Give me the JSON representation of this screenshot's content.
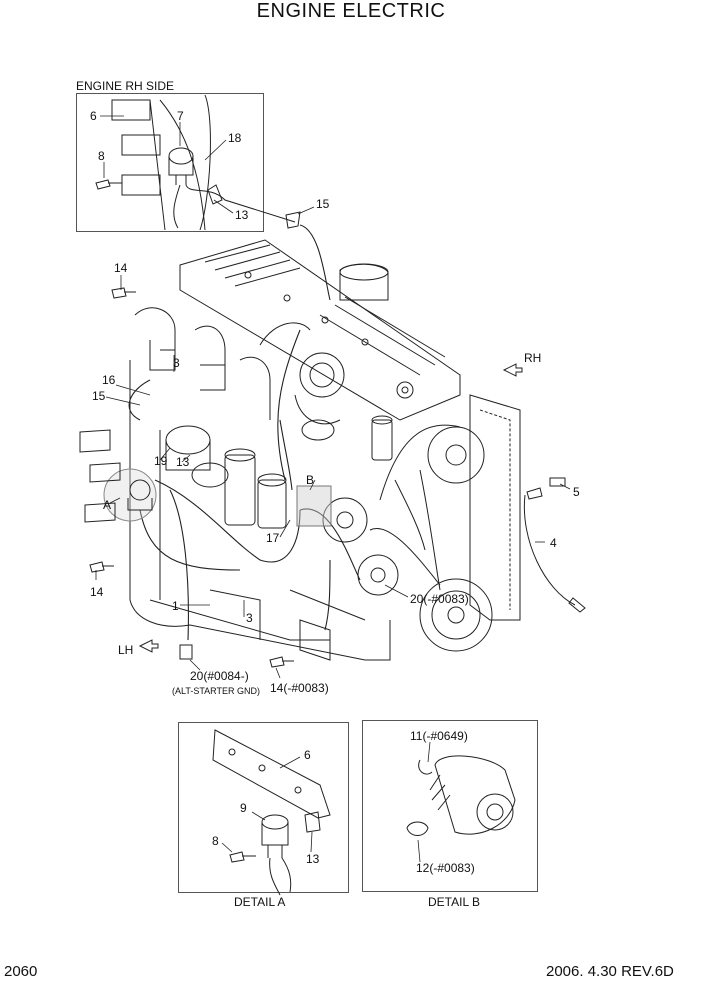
{
  "title": "ENGINE ELECTRIC",
  "inset": {
    "caption": "ENGINE RH SIDE"
  },
  "callouts": {
    "c6_top": "6",
    "c7_top": "7",
    "c18": "18",
    "c8_top": "8",
    "c13_top": "13",
    "c15_top": "15",
    "c14_a": "14",
    "c3_a": "3",
    "c16": "16",
    "c15_mid": "15",
    "c19": "19",
    "c13_mid": "13",
    "cA": "A",
    "cB": "B",
    "c17": "17",
    "c14_b": "14",
    "c1": "1",
    "c3_b": "3",
    "c20_a": "20(#0084-)",
    "alt_gnd": "(ALT-STARTER GND)",
    "c14_c": "14(-#0083)",
    "c20_b": "20(-#0083)",
    "c5": "5",
    "c4": "4",
    "c6_detail": "6",
    "c9": "9",
    "c8_detail": "8",
    "c13_detail": "13",
    "c11": "11(-#0649)",
    "c12": "12(-#0083)"
  },
  "directions": {
    "rh": "RH",
    "lh": "LH"
  },
  "details": {
    "a": "DETAIL A",
    "b": "DETAIL B"
  },
  "footer": {
    "page": "2060",
    "revision": "2006. 4.30  REV.6D"
  }
}
